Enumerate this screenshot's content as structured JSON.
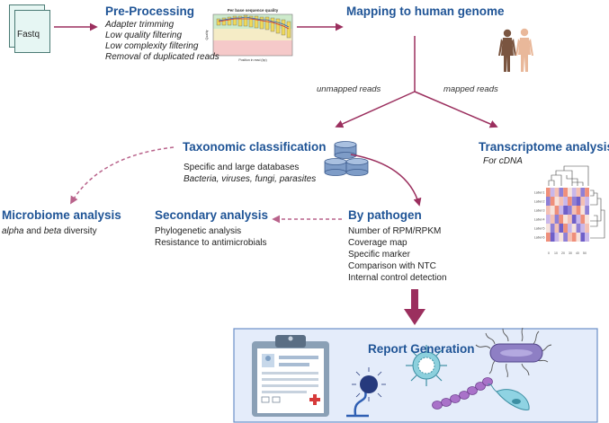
{
  "fastq": {
    "label": "Fastq"
  },
  "preprocessing": {
    "title": "Pre-Processing",
    "steps": [
      "Adapter trimming",
      "Low quality filtering",
      "Low complexity filtering",
      "Removal of duplicated reads"
    ]
  },
  "quality_plot": {
    "title": "Per base sequence quality",
    "xlabel": "Position in read (bp)",
    "ylabel": "Quality"
  },
  "mapping": {
    "title": "Mapping to human genome"
  },
  "branches": {
    "unmapped": "unmapped reads",
    "mapped": "mapped reads"
  },
  "taxonomic": {
    "title": "Taxonomic classification",
    "line1": "Specific and large databases",
    "line2": "Bacteria, viruses, fungi, parasites"
  },
  "transcriptome": {
    "title": "Transcriptome analysis",
    "subtitle": "For cDNA"
  },
  "microbiome": {
    "title": "Microbiome analysis",
    "alpha": "alpha",
    "and": " and ",
    "beta": "beta",
    "diversity": " diversity"
  },
  "secondary": {
    "title": "Secondary analysis",
    "items": [
      "Phylogenetic analysis",
      "Resistance to antimicrobials"
    ]
  },
  "pathogen": {
    "title": "By pathogen",
    "items": [
      "Number of RPM/RPKM",
      "Coverage map",
      "Specific marker",
      "Comparison with NTC",
      "Internal control detection"
    ]
  },
  "heatmap": {
    "row_labels": [
      "Label 1",
      "Label 2",
      "Label 3",
      "Label 4",
      "Label 5",
      "Label 6"
    ]
  },
  "report": {
    "title": "Report Generation"
  },
  "colors": {
    "heading": "#1f5496",
    "arrow": "#9b2f5e",
    "dashed_arrow": "#b9638b",
    "report_bg": "#e4ecfa",
    "report_border": "#6b8fc7"
  }
}
